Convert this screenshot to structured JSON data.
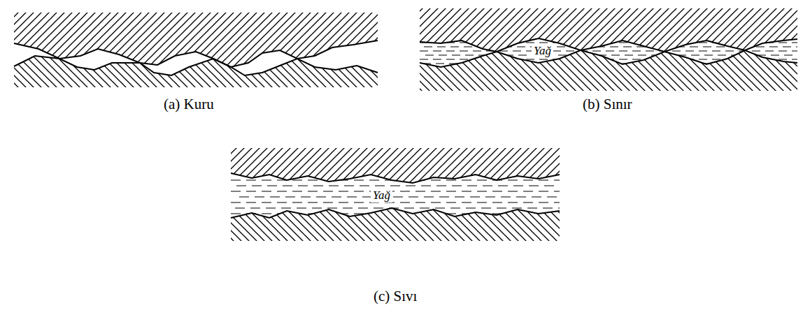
{
  "diagram": {
    "labels": [
      "(a) Kuru",
      "(b) Sınır",
      "(c) Sıvı",
      "Yağ",
      "Yağ"
    ]
  }
}
